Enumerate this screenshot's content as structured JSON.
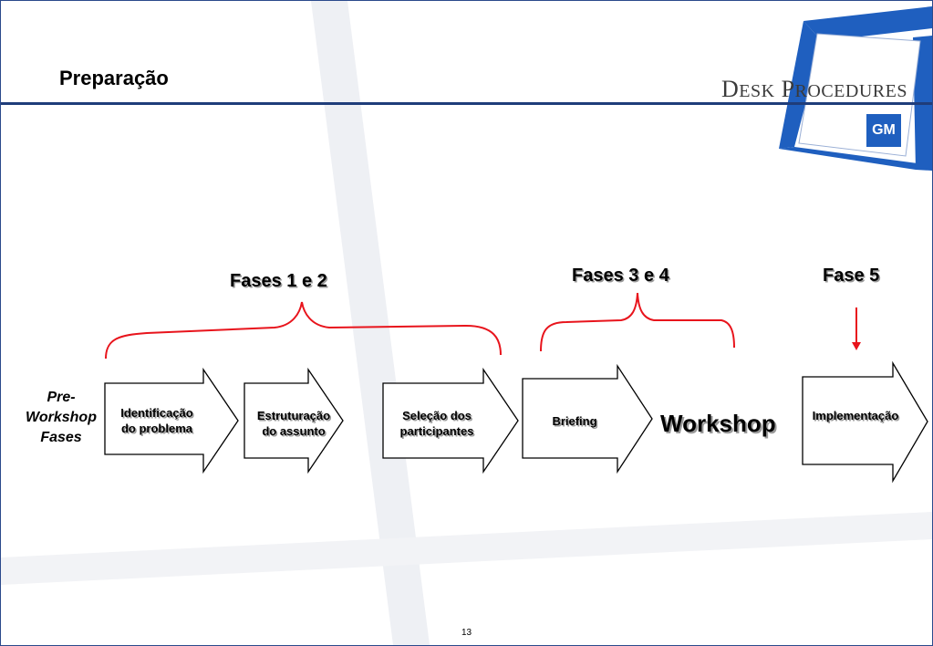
{
  "title": "Preparação",
  "logo": {
    "text_d": "D",
    "text_esk": "ESK",
    "text_p": "P",
    "text_rocedures": "ROCEDURES",
    "badge": "GM"
  },
  "phases": {
    "fases_1_2": "Fases 1 e 2",
    "fases_3_4": "Fases 3 e 4",
    "fase_5": "Fase 5"
  },
  "pre_workshop": {
    "line1": "Pre-",
    "line2": "Workshop",
    "line3": "Fases"
  },
  "steps": {
    "identificacao": {
      "line1": "Identificação",
      "line2": "do problema"
    },
    "estruturacao": {
      "line1": "Estruturação",
      "line2": "do assunto"
    },
    "selecao": {
      "line1": "Seleção dos",
      "line2": "participantes"
    },
    "briefing": "Briefing",
    "implementacao": "Implementação"
  },
  "workshop": "Workshop",
  "page_number": "13",
  "colors": {
    "brace": "#e8141c",
    "rule": "#1f3d7a",
    "logo_frame": "#1f5fbf"
  }
}
